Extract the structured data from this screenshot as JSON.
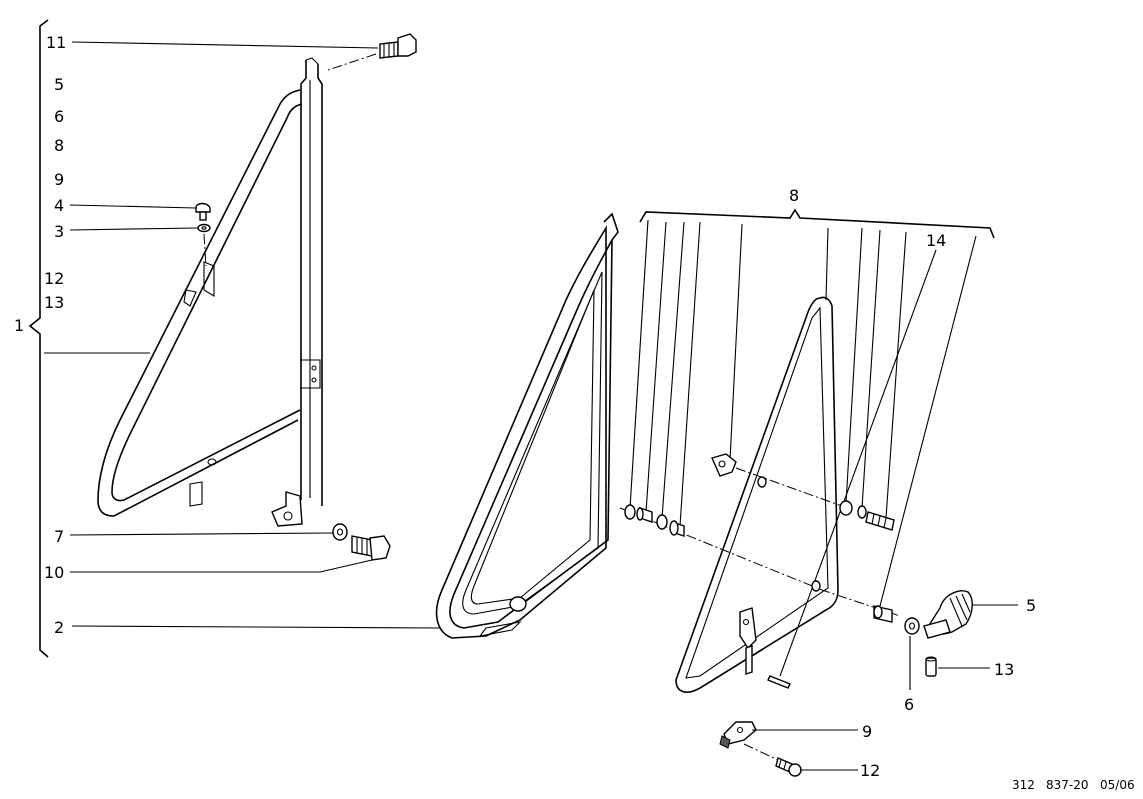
{
  "callouts": {
    "c1": "1",
    "c2": "2",
    "c3": "3",
    "c4": "4",
    "c5_list": "5",
    "c6_list": "6",
    "c7": "7",
    "c8_list": "8",
    "c9_list": "9",
    "c10": "10",
    "c11": "11",
    "c12_list": "12",
    "c13_list": "13",
    "c8_group": "8",
    "c14": "14",
    "c5_knob": "5",
    "c13_pin": "13",
    "c6_washer": "6",
    "c9_clamp": "9",
    "c12_screw": "12"
  },
  "footer": {
    "page": "312",
    "ref": "837-20",
    "date": "05/06"
  }
}
